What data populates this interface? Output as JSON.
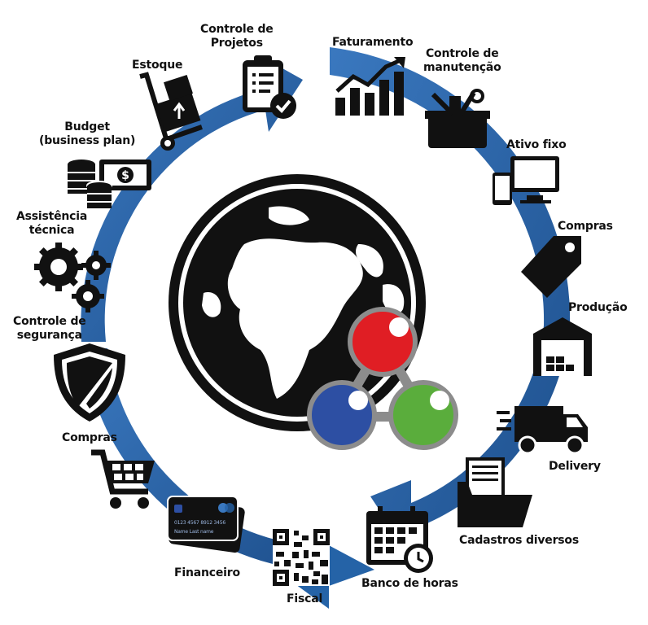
{
  "colors": {
    "ring": "#2563a7",
    "ring_dark": "#1b4a80",
    "globe": "#111111",
    "molecule_red": "#e01e24",
    "molecule_blue": "#2d4fa3",
    "molecule_green": "#5aad3c",
    "molecule_link": "#8c8c8c"
  },
  "labels": {
    "controle_projetos": [
      "Controle de",
      "Projetos"
    ],
    "faturamento": "Faturamento",
    "controle_manutencao": [
      "Controle de",
      "manutenção"
    ],
    "ativo_fixo": "Ativo fixo",
    "compras_right": "Compras",
    "producao": "Produção",
    "delivery": "Delivery",
    "cadastros": "Cadastros diversos",
    "banco_horas": "Banco de horas",
    "fiscal": "Fiscal",
    "financeiro": "Financeiro",
    "compras_left": "Compras",
    "controle_seguranca": [
      "Controle de",
      "segurança"
    ],
    "assistencia": [
      "Assistência",
      "técnica"
    ],
    "budget": [
      "Budget",
      "(business plan)"
    ],
    "estoque": "Estoque"
  },
  "card": {
    "number": "0123  4567  8912  3456",
    "name": "Name   Last name"
  },
  "icons": [
    "clipboard-check-icon",
    "rising-chart-icon",
    "toolbox-icon",
    "devices-icon",
    "price-tag-icon",
    "warehouse-icon",
    "delivery-truck-icon",
    "folder-documents-icon",
    "calendar-clock-icon",
    "qr-code-icon",
    "credit-card-icon",
    "shopping-cart-icon",
    "shield-icon",
    "gears-icon",
    "money-coins-icon",
    "hand-truck-icon",
    "globe-icon",
    "molecule-logo"
  ]
}
